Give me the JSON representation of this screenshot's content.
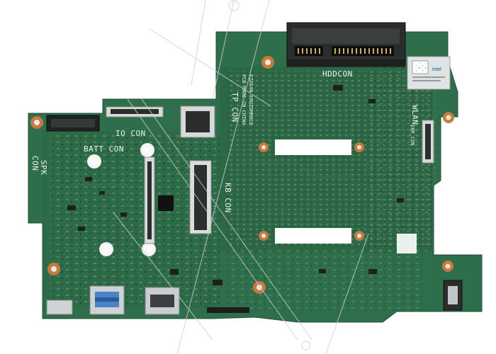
{
  "image": {
    "subject": "Laptop motherboard (green PCB), top view",
    "watermark_visible": true
  },
  "silkscreen": {
    "hddcon": "HDDCON",
    "wlan": "WLAN",
    "tp_con": "TP CON",
    "io_con": "IO CON",
    "batt_con": "BATT CON",
    "spk_con_top": "SPK",
    "spk_con_bottom": "CON",
    "kb_con": "KB CON",
    "board_id_1": "EZZE4N KRQZDMRBCB",
    "board_id_2": "PCB MADE IN CHINA",
    "ebr_con": "EBR_CON"
  },
  "colors": {
    "pcb": "#2f6e4a",
    "pcb_dark": "#265c3d",
    "metal": "#c8ccd0",
    "chip": "#1b1f1d",
    "copper": "#c87a3c"
  }
}
